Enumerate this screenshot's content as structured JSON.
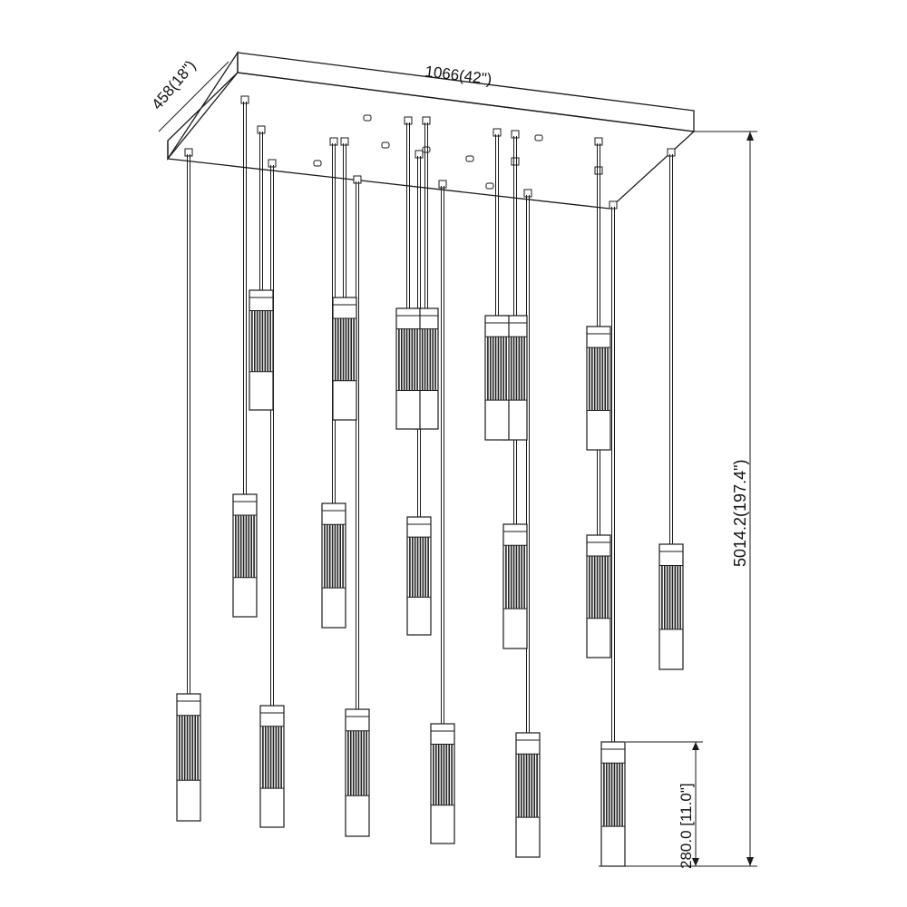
{
  "dimensions": {
    "width": "1066(42\")",
    "depth": "458(18\")",
    "overall_height": "5014.2(197.4\")",
    "shade_height": "280.0 [11.0\"]"
  },
  "colors": {
    "line": "#1a1a1a",
    "fill": "#ffffff",
    "rib": "#222222"
  },
  "pendant_count": 19
}
